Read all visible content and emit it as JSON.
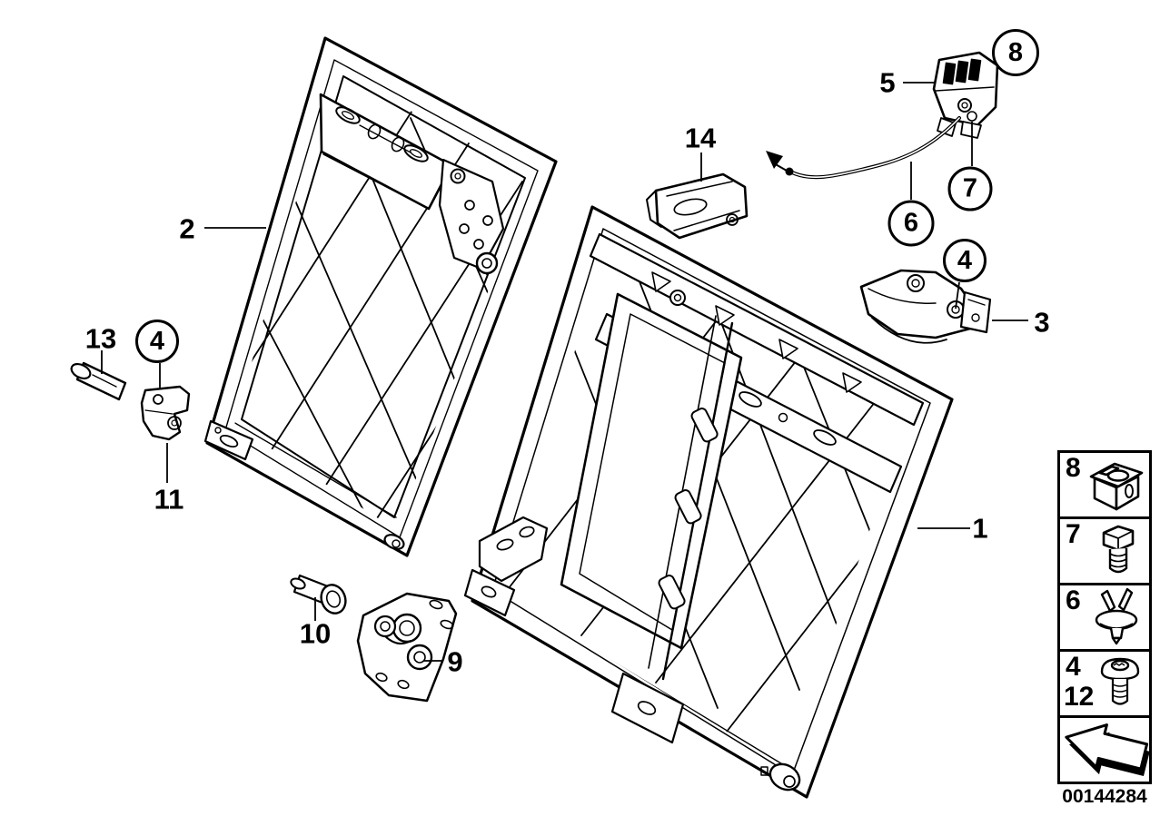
{
  "page": {
    "background": "#ffffff",
    "line_color": "#000000"
  },
  "callouts": {
    "n1": "1",
    "n2": "2",
    "n3": "3",
    "n5": "5",
    "n9": "9",
    "n10": "10",
    "n11": "11",
    "n13": "13",
    "n14": "14",
    "c4_left": "4",
    "c4_right": "4",
    "c6": "6",
    "c7": "7",
    "c8": "8"
  },
  "legend": {
    "row_8": "8",
    "row_7": "7",
    "row_6": "6",
    "row_4": "4",
    "row_12": "12",
    "icons": [
      "cage-nut-icon",
      "hex-bolt-icon",
      "push-clip-icon",
      "torx-screw-icon",
      "direction-arrow-icon"
    ]
  },
  "part_number": "00144284"
}
